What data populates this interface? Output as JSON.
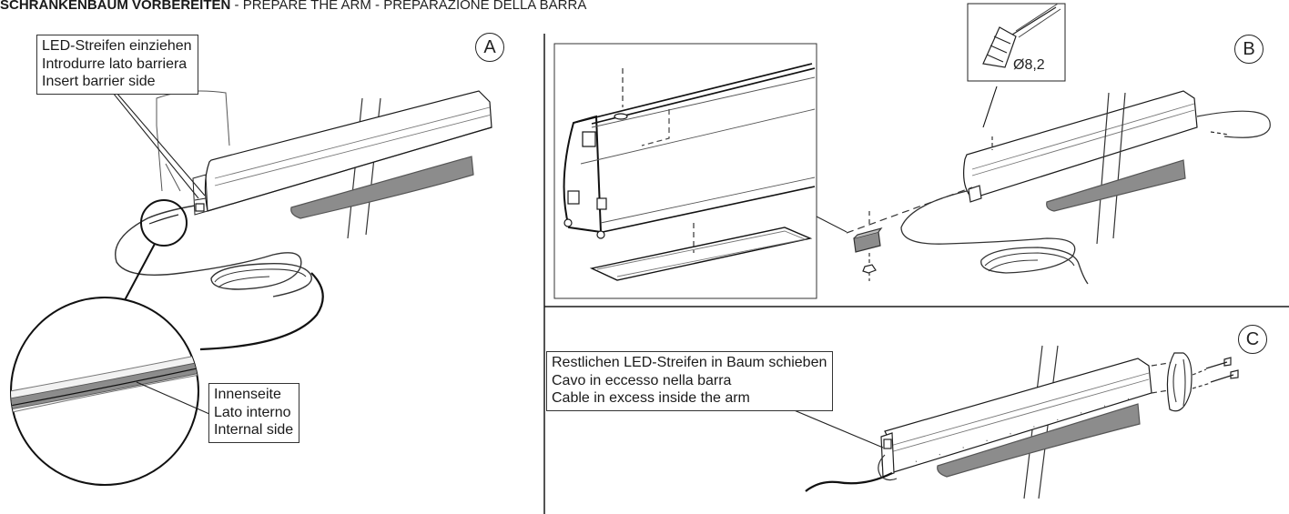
{
  "header": {
    "title_de": "SCHRANKENBAUM VORBEREITEN",
    "sep1": " - ",
    "title_en": "PREPARE THE ARM",
    "sep2": " - ",
    "title_it": "PREPARAZIONE DELLA BARRA"
  },
  "panel_a": {
    "badge": "A",
    "callout_top": [
      "LED-Streifen einziehen",
      "Introdurre lato barriera",
      "Insert barrier side"
    ],
    "callout_detail": [
      "Innenseite",
      "Lato interno",
      "Internal side"
    ]
  },
  "panel_b": {
    "badge": "B",
    "dimension": "Ø8,2"
  },
  "panel_c": {
    "badge": "C",
    "callout": [
      "Restlichen LED-Streifen in Baum schieben",
      "Cavo in eccesso nella barra",
      "Cable in excess inside the arm"
    ]
  },
  "colors": {
    "line": "#1a1a1a",
    "led_strip": "#8c8c8c",
    "led_dark": "#6e6e6e"
  }
}
